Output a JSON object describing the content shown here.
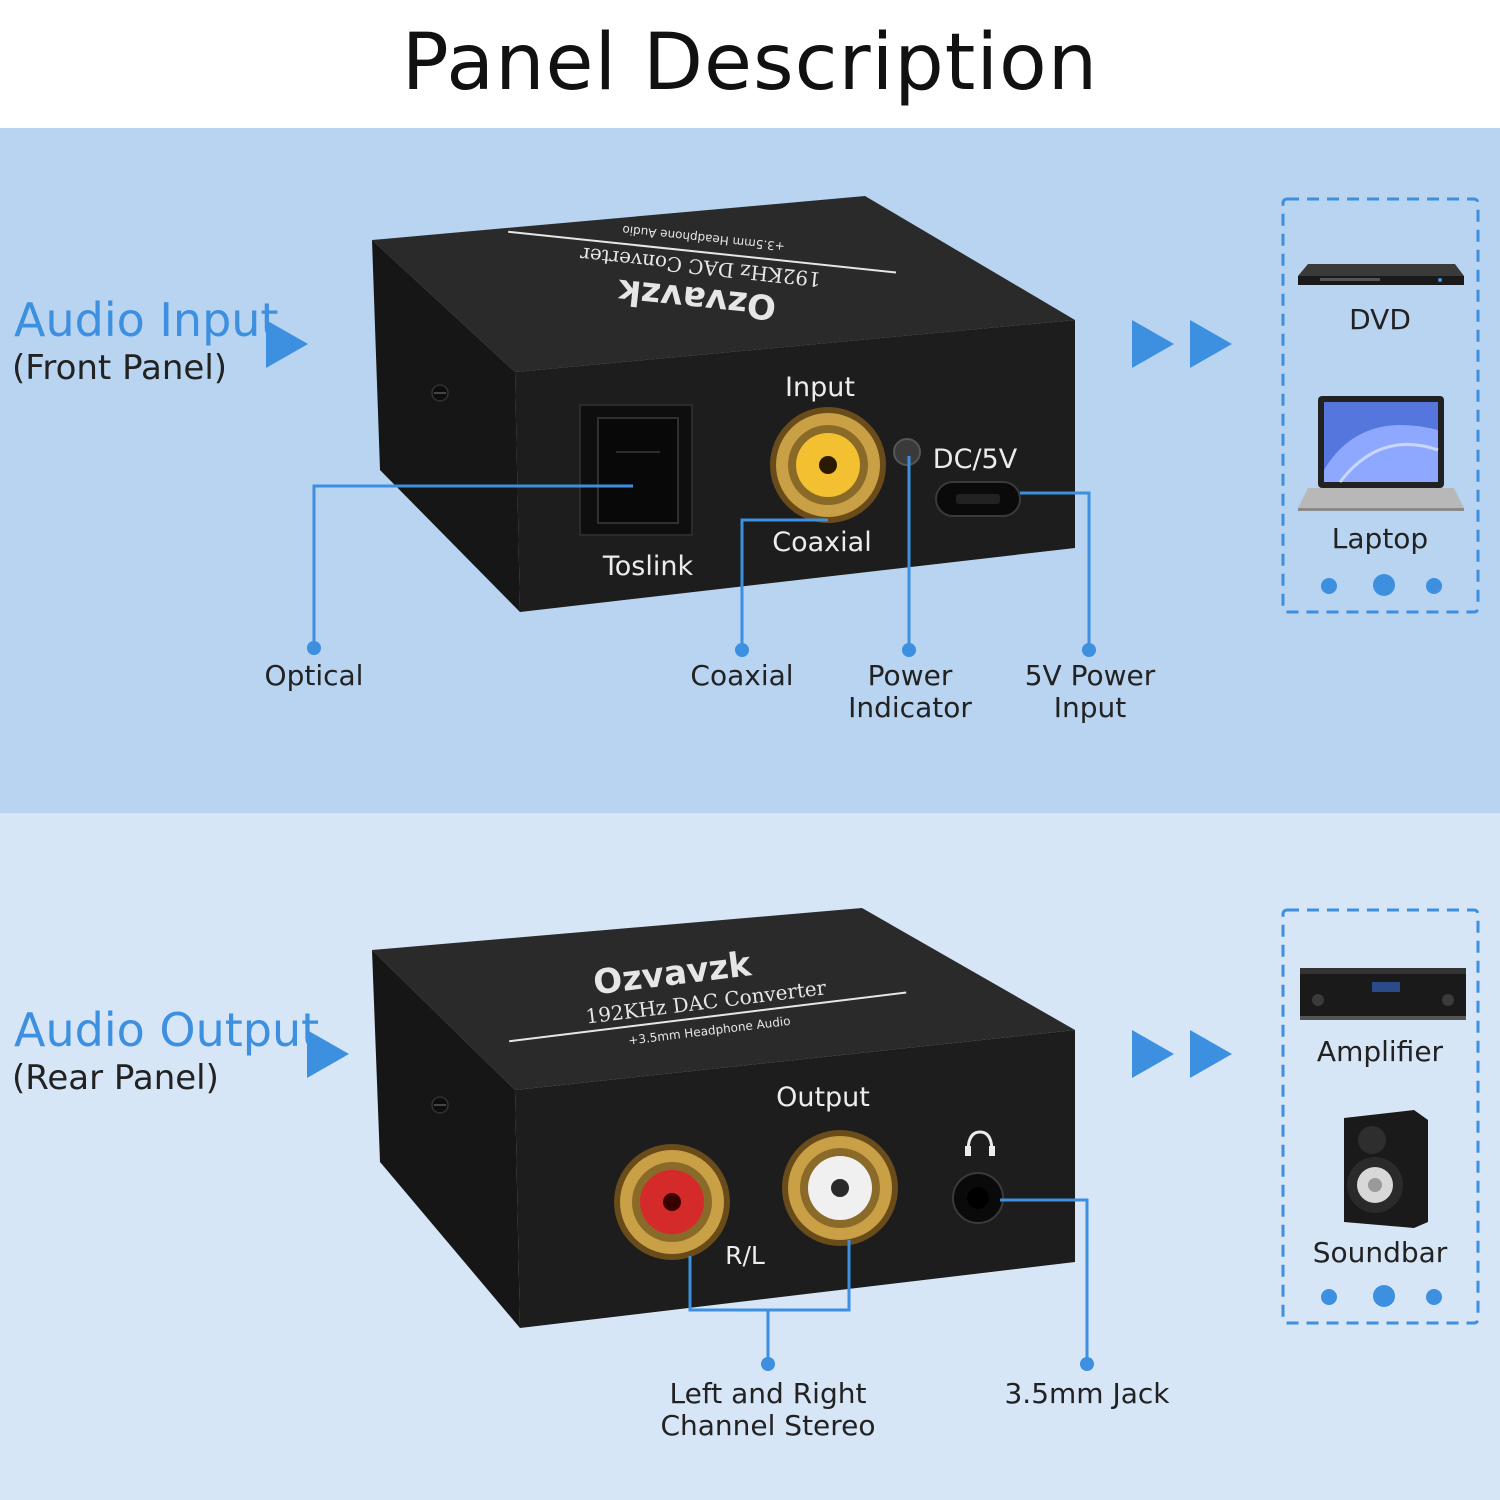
{
  "title": "Panel Description",
  "input_section": {
    "heading": "Audio Input",
    "subheading": "(Front Panel)",
    "device_brand": "Ozvavzk",
    "device_model": "192KHz DAC Converter",
    "device_tagline": "+3.5mm Headphone Audio",
    "panel_labels": {
      "input": "Input",
      "dc": "DC/5V",
      "toslink": "Toslink",
      "coaxial": "Coaxial"
    },
    "callouts": {
      "optical": "Optical",
      "coaxial": "Coaxial",
      "power_indicator": [
        "Power",
        "Indicator"
      ],
      "power_input": [
        "5V Power",
        "Input"
      ]
    },
    "sources": [
      "DVD",
      "Laptop"
    ]
  },
  "output_section": {
    "heading": "Audio Output",
    "subheading": "(Rear Panel)",
    "device_brand": "Ozvavzk",
    "device_model": "192KHz DAC Converter",
    "device_tagline": "+3.5mm Headphone Audio",
    "panel_labels": {
      "output": "Output",
      "rl": "R/L"
    },
    "callouts": {
      "stereo": [
        "Left and Right",
        "Channel Stereo"
      ],
      "jack": "3.5mm Jack"
    },
    "destinations": [
      "Amplifier",
      "Soundbar"
    ]
  },
  "colors": {
    "accent": "#3d8fe0",
    "band_top": "#b8d4f0",
    "band_bottom": "#d6e6f7",
    "device_body": "#1c1c1c"
  }
}
